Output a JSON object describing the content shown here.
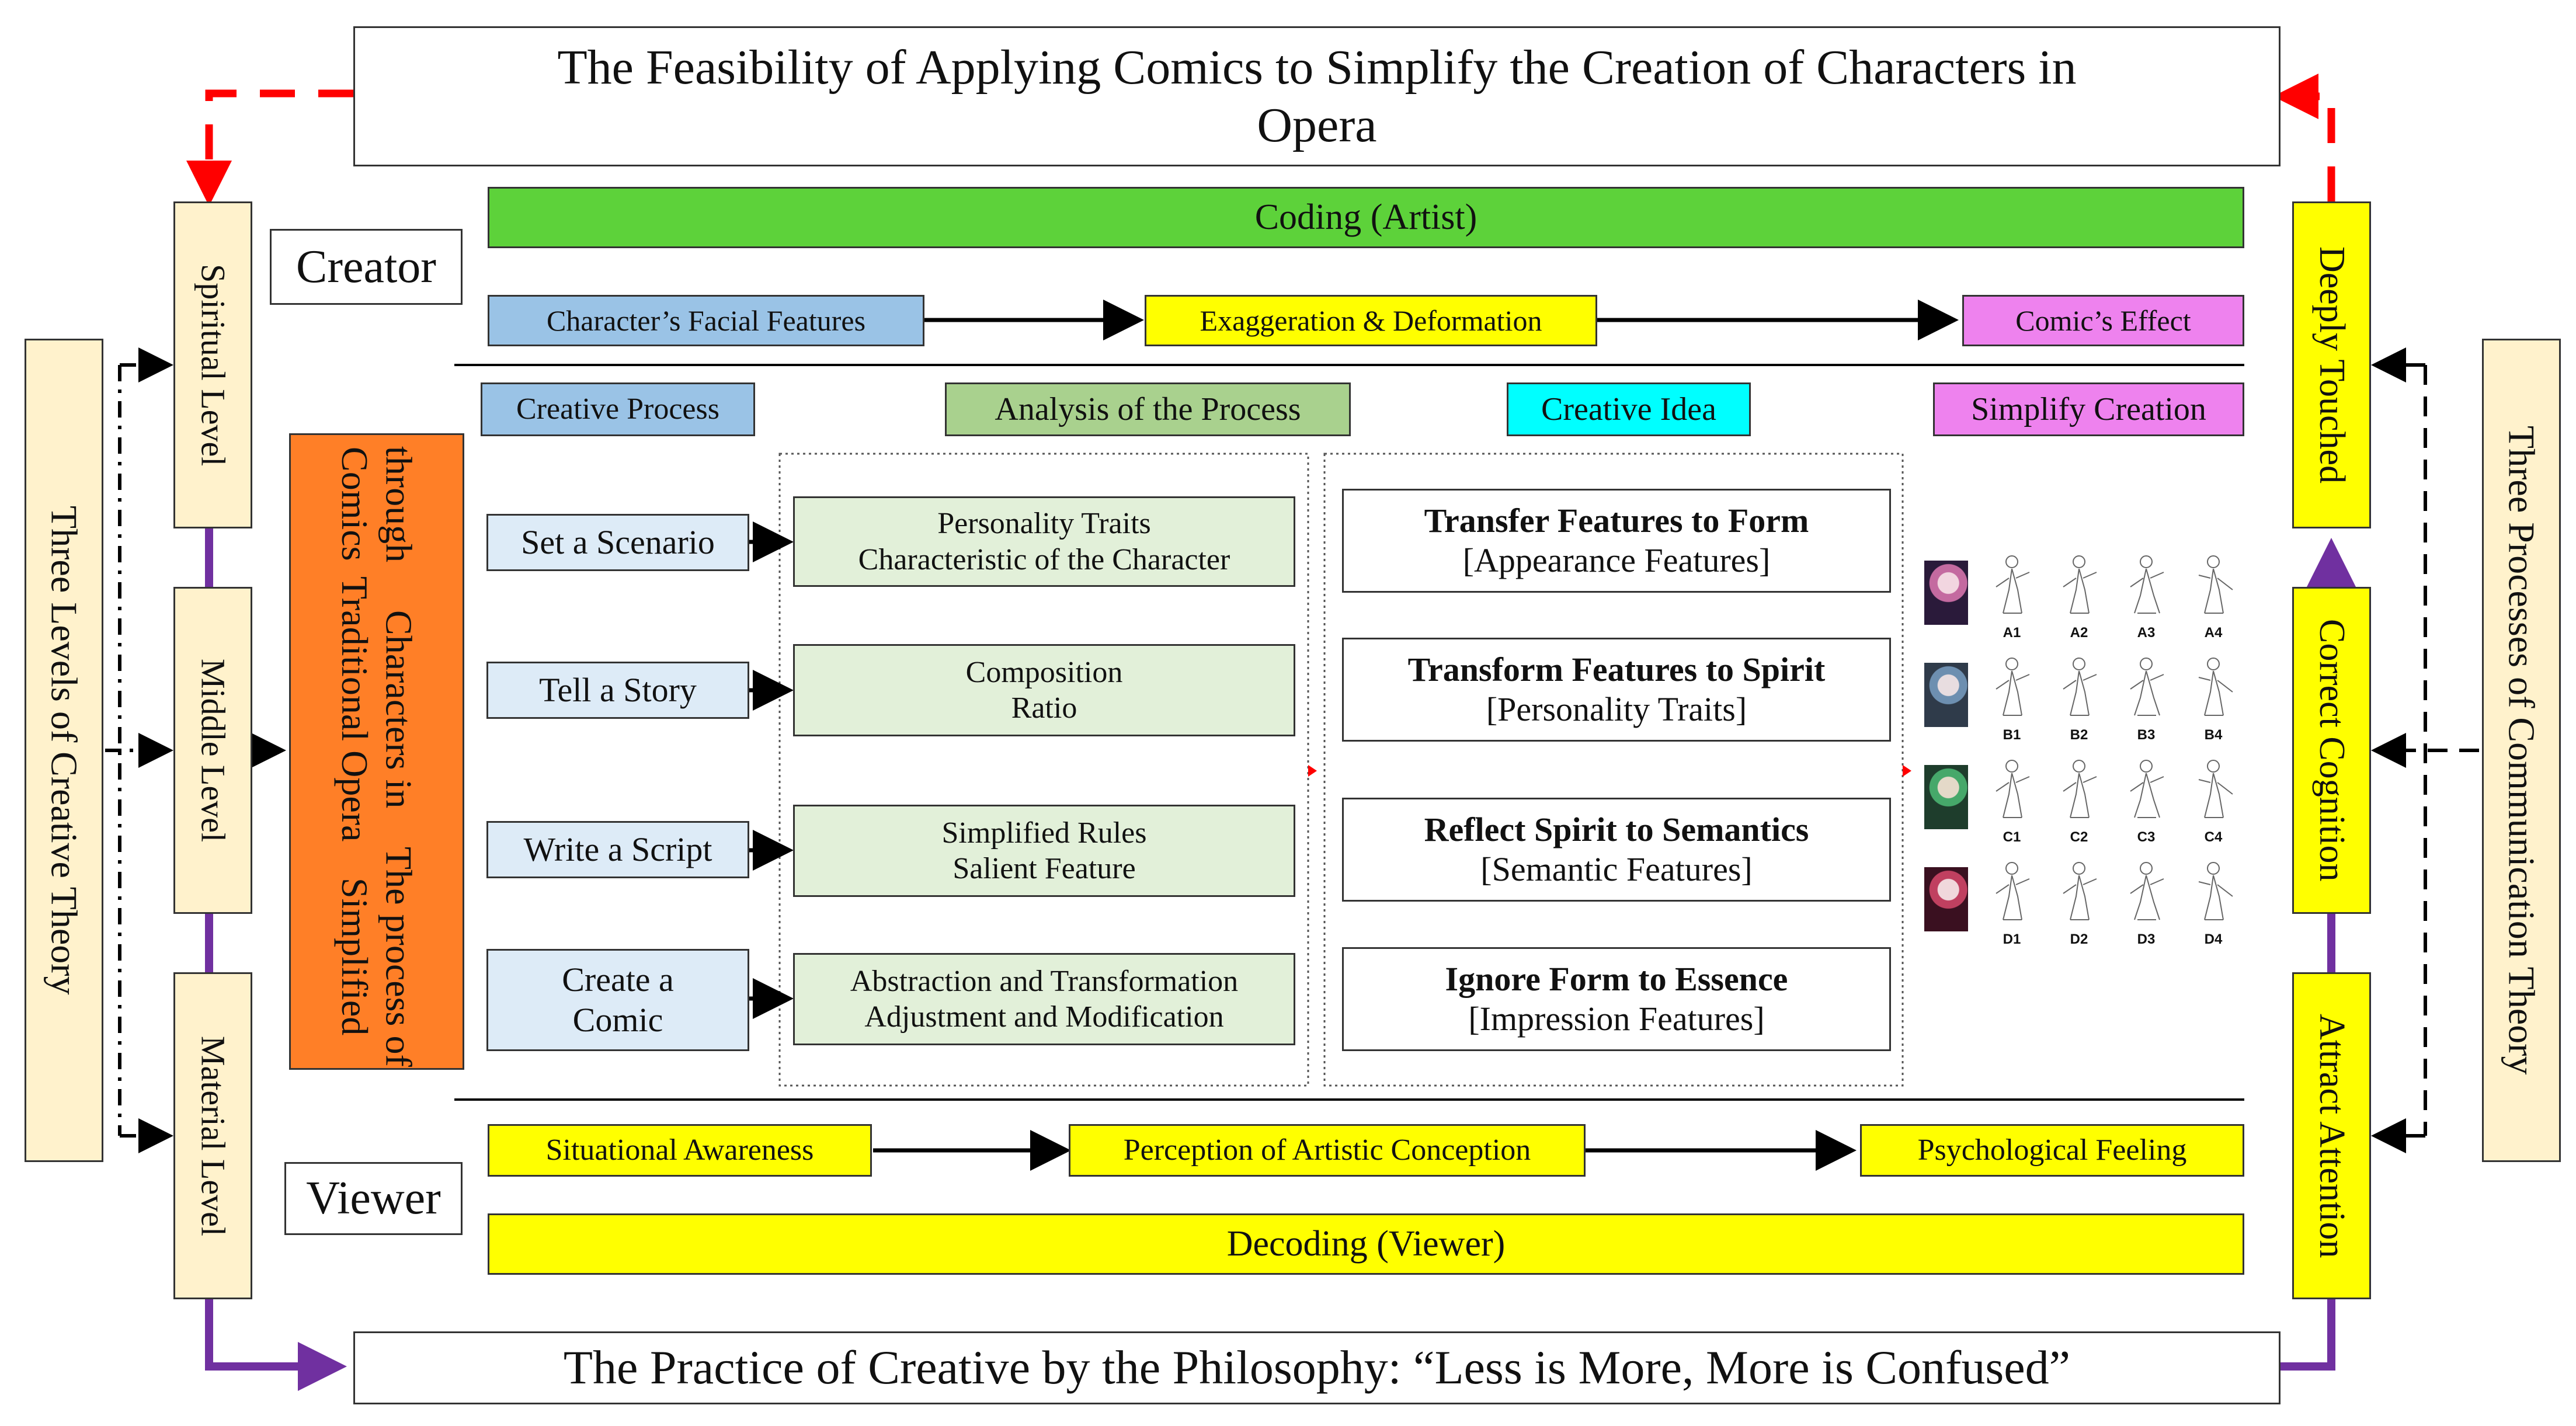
{
  "title": {
    "lines": [
      "The Feasibility of Applying Comics to Simplify the Creation of Characters in",
      "Opera"
    ]
  },
  "bottom_banner": "The Practice of Creative by the Philosophy: “Less is More, More is Confused”",
  "left": {
    "theory": "Three Levels of Creative Theory",
    "levels": [
      "Spiritual Level",
      "Middle Level",
      "Material Level"
    ]
  },
  "right": {
    "theory": "Three Processes of Communication Theory",
    "processes": [
      "Deeply Touched",
      "Correct Cognition",
      "Attract Attention"
    ]
  },
  "creator": {
    "label": "Creator",
    "coding": "Coding (Artist)",
    "flow": [
      "Character’s Facial Features",
      "Exaggeration & Deformation",
      "Comic’s Effect"
    ]
  },
  "viewer": {
    "label": "Viewer",
    "decoding": "Decoding (Viewer)",
    "flow": [
      "Situational Awareness",
      "Perception of Artistic Conception",
      "Psychological Feeling"
    ]
  },
  "center_process": {
    "lines": [
      "The process of Simplified",
      "Characters in Traditional Opera",
      "through Comics"
    ]
  },
  "headers": [
    "Creative Process",
    "Analysis of the Process",
    "Creative Idea",
    "Simplify Creation"
  ],
  "steps": [
    {
      "label": "Set a Scenario",
      "analysis": [
        "Personality Traits",
        "Characteristic of the Character"
      ],
      "idea": "Transfer Features to Form",
      "feature": "[Appearance Features]"
    },
    {
      "label": "Tell a Story",
      "analysis": [
        "Composition",
        "Ratio"
      ],
      "idea": "Transform Features to Spirit",
      "feature": "[Personality Traits]"
    },
    {
      "label": "Write a Script",
      "analysis": [
        "Simplified Rules",
        "Salient Feature"
      ],
      "idea": "Reflect Spirit to Semantics",
      "feature": "[Semantic Features]"
    },
    {
      "label": "Create a Comic",
      "label_lines": [
        "Create a",
        "Comic"
      ],
      "analysis": [
        "Abstraction and Transformation",
        "Adjustment and Modification"
      ],
      "idea": "Ignore Form to Essence",
      "feature": "[Impression Features]"
    }
  ],
  "thumbnails": {
    "rows": [
      [
        "A1",
        "A2",
        "A3",
        "A4"
      ],
      [
        "B1",
        "B2",
        "B3",
        "B4"
      ],
      [
        "C1",
        "C2",
        "C3",
        "C4"
      ],
      [
        "D1",
        "D2",
        "D3",
        "D4"
      ]
    ]
  },
  "colors": {
    "green_bar": "#5dd23a",
    "yellow": "#ffff00",
    "blue": "#9ac3e6",
    "pink": "#ee82ee",
    "light_blue_box": "#ddebf7",
    "green_header": "#a9d18e",
    "light_green_box": "#e2f0d9",
    "cyan": "#00ffff",
    "orange": "#ff7f27",
    "cream": "#fff2cc",
    "purple": "#7030a0",
    "red": "#ff0000"
  }
}
